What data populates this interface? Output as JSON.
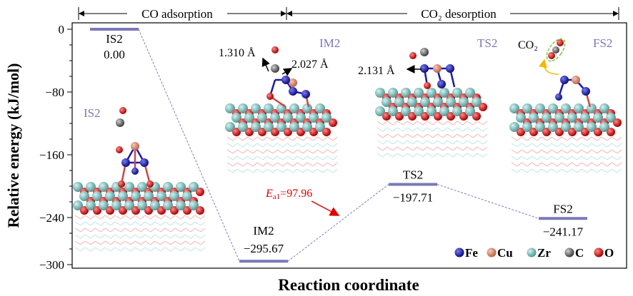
{
  "chart_data": {
    "type": "line",
    "title": "",
    "xlabel": "Reaction coordinate",
    "ylabel": "Relative energy (kJ/mol)",
    "ylim": [
      -300,
      0
    ],
    "yticks": [
      0,
      -80,
      -160,
      -240,
      -300
    ],
    "ytick_labels": [
      "0",
      "−80",
      "−160",
      "−240",
      "−300"
    ],
    "stages": [
      {
        "label": "CO adsorption",
        "from": 0,
        "to": 1
      },
      {
        "label": "CO₂ desorption",
        "from": 1,
        "to": 3
      }
    ],
    "states": [
      {
        "name": "IS2",
        "value": 0.0,
        "value_label": "0.00"
      },
      {
        "name": "IM2",
        "value": -295.67,
        "value_label": "−295.67"
      },
      {
        "name": "TS2",
        "value": -197.71,
        "value_label": "−197.71"
      },
      {
        "name": "FS2",
        "value": -241.17,
        "value_label": "−241.17"
      }
    ],
    "annotations": {
      "barrier_prefix": "E",
      "barrier_subscript": "a1",
      "barrier_value": "=97.96",
      "bond_labels": [
        "1.310 Å",
        "2.027 Å",
        "2.131 Å"
      ],
      "co2_label": "CO₂"
    },
    "structure_labels": [
      "IS2",
      "IM2",
      "TS2",
      "FS2"
    ],
    "legend": [
      {
        "element": "Fe",
        "color": "#1a1aa8"
      },
      {
        "element": "Cu",
        "color": "#d9896e"
      },
      {
        "element": "Zr",
        "color": "#7dc3c0"
      },
      {
        "element": "C",
        "color": "#6f6f6f"
      },
      {
        "element": "O",
        "color": "#d81e1e"
      }
    ],
    "colors": {
      "level": "#7b78b8",
      "connector": "#7e7ec8",
      "barrier": "#e00000",
      "structure_label": "#7b78b8"
    },
    "grid": false
  }
}
